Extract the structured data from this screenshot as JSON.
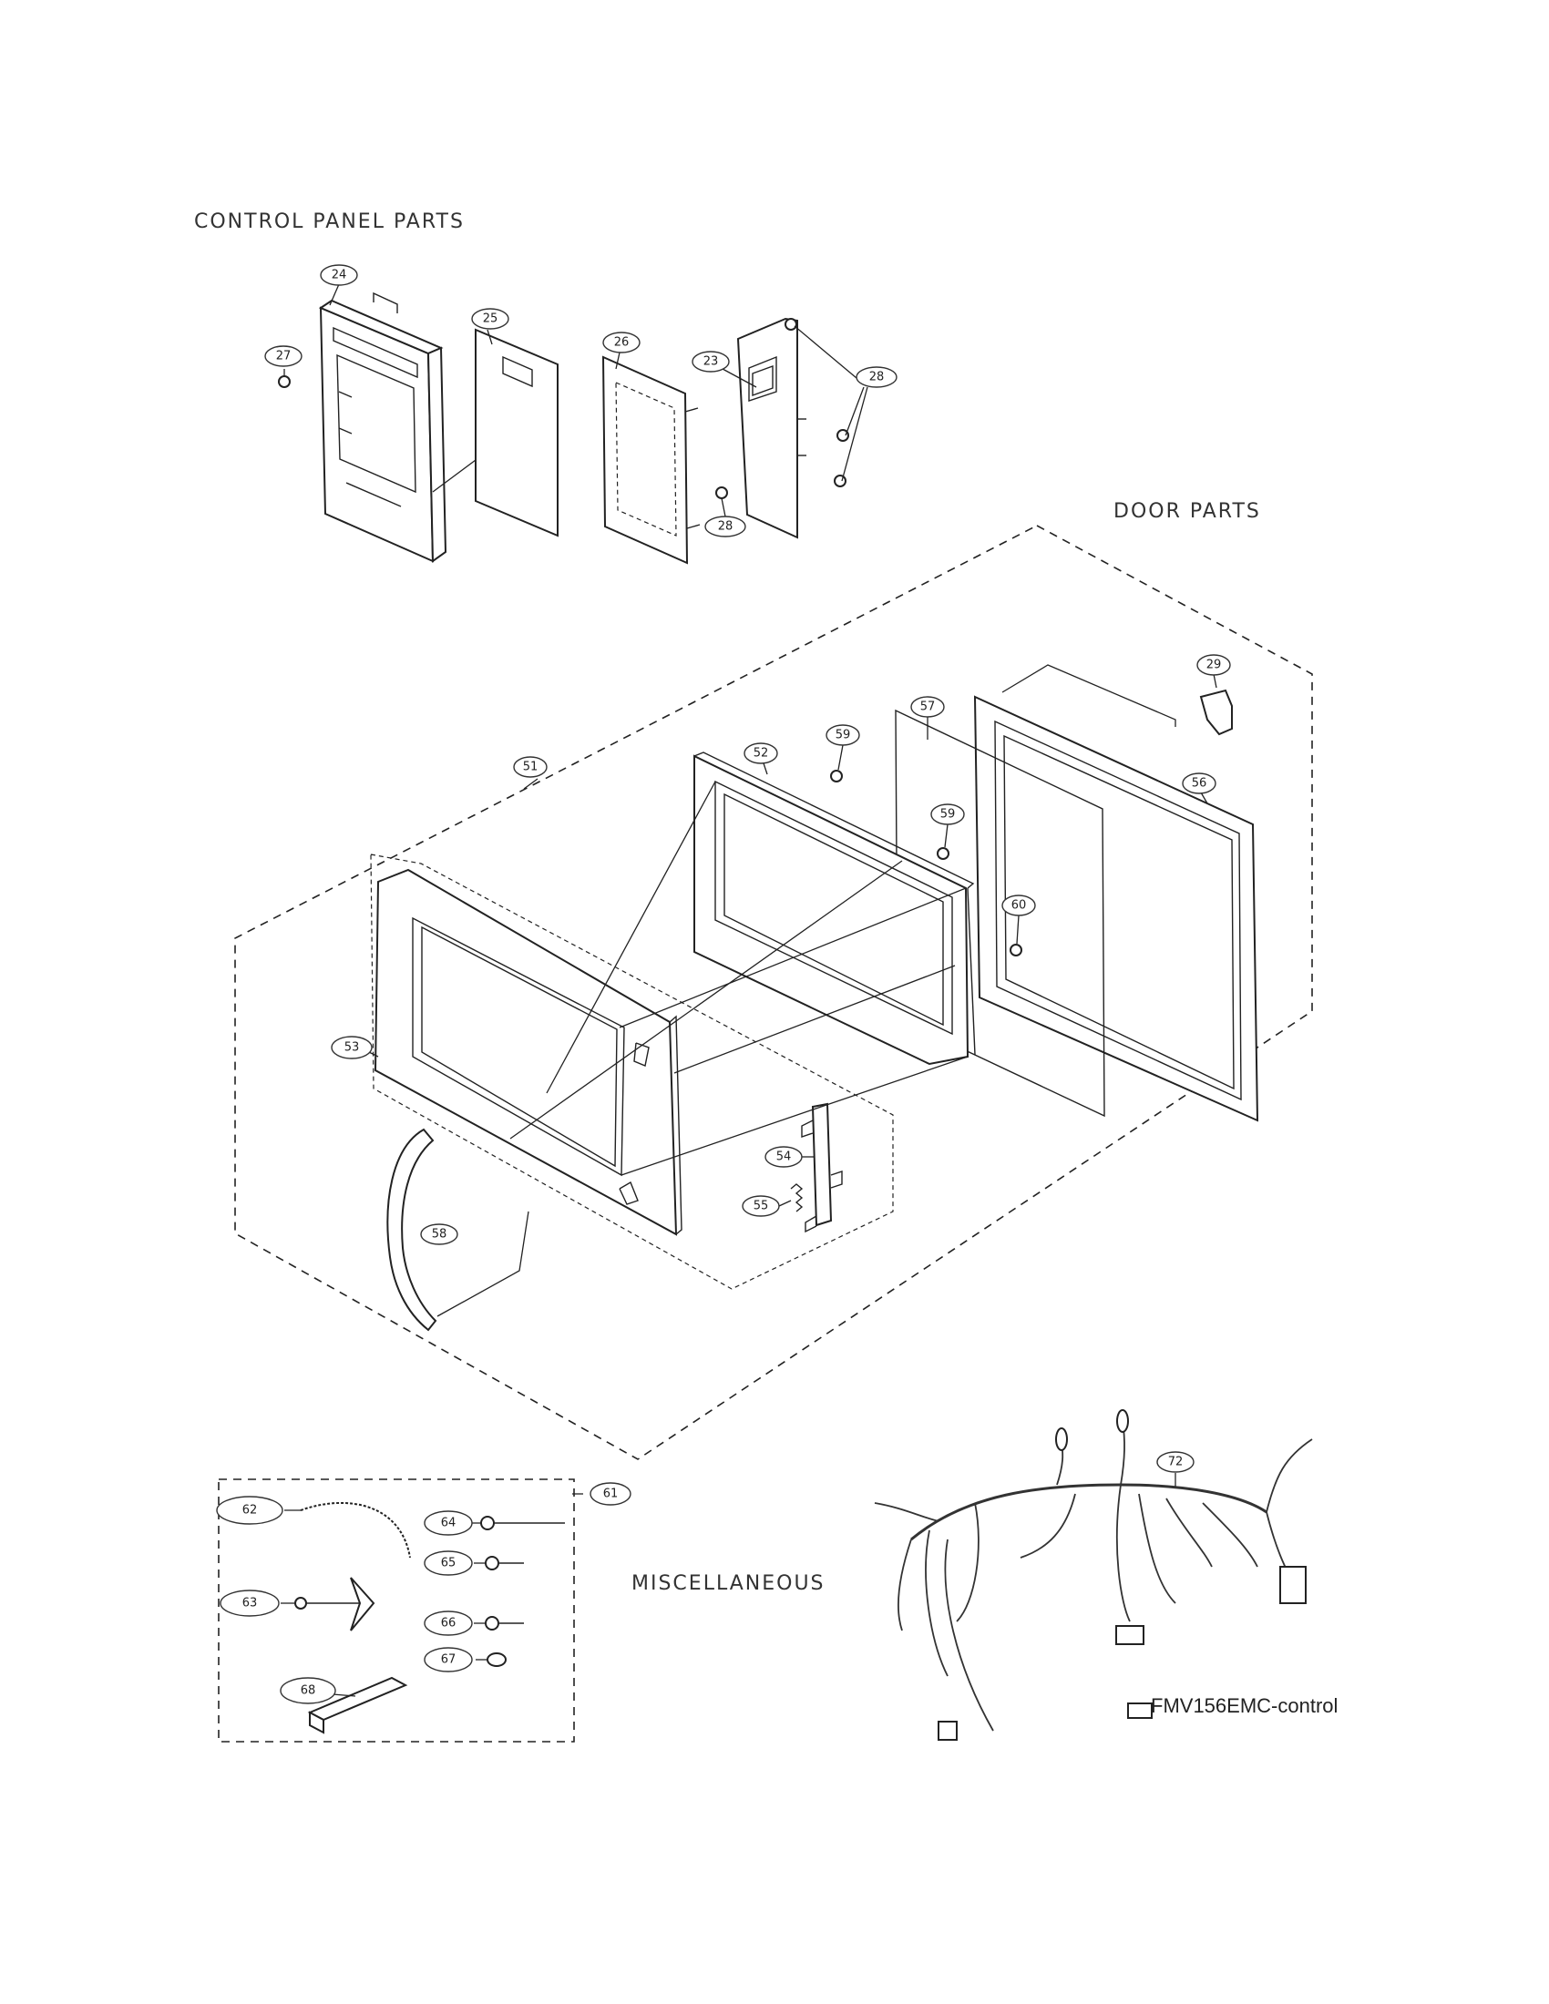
{
  "sections": {
    "control_panel": "CONTROL PANEL PARTS",
    "door": "DOOR PARTS",
    "misc": "MISCELLANEOUS"
  },
  "model": "FMV156EMC-control",
  "callouts": {
    "c24": "24",
    "c25": "25",
    "c26": "26",
    "c27": "27",
    "c23": "23",
    "c28a": "28",
    "c28b": "28",
    "c29": "29",
    "c57": "57",
    "c59a": "59",
    "c59b": "59",
    "c51": "51",
    "c52": "52",
    "c56": "56",
    "c60": "60",
    "c53": "53",
    "c54": "54",
    "c55": "55",
    "c58": "58",
    "c61": "61",
    "c62": "62",
    "c64": "64",
    "c65": "65",
    "c63": "63",
    "c66": "66",
    "c67": "67",
    "c68": "68",
    "c72": "72"
  }
}
